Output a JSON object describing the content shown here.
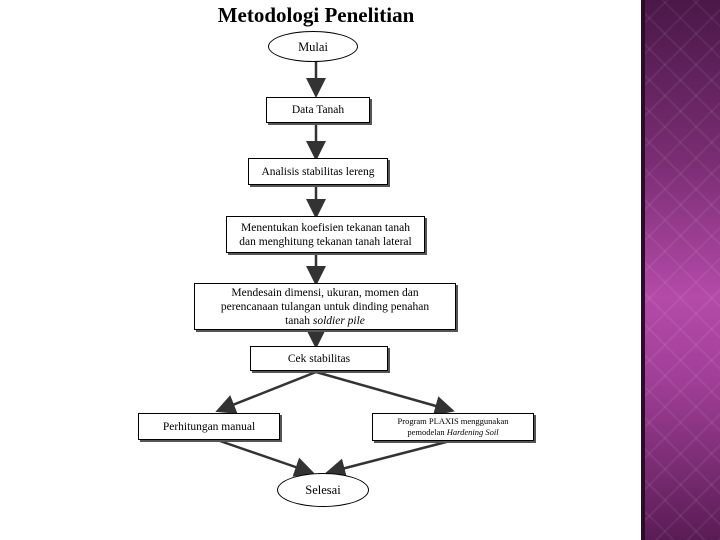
{
  "title": "Metodologi Penelitian",
  "nodes": {
    "mulai": "Mulai",
    "data_tanah": "Data Tanah",
    "analisis": "Analisis stabilitas lereng",
    "menentukan_line1": "Menentukan koefisien tekanan tanah",
    "menentukan_line2": "dan menghitung tekanan tanah lateral",
    "mendesain_line1": "Mendesain dimensi, ukuran, momen dan",
    "mendesain_line2": "perencanaan tulangan untuk dinding penahan",
    "mendesain_line3_prefix": "tanah",
    "mendesain_line3_italic": "soldier pile",
    "cek": "Cek stabilitas",
    "manual": "Perhitungan manual",
    "plaxis_line1": "Program PLAXIS menggunakan",
    "plaxis_line2_prefix": "pemodelan",
    "plaxis_line2_italic": "Hardening Soil",
    "selesai": "Selesai"
  },
  "colors": {
    "side_panel": "#a13f98",
    "arrow": "#333333"
  }
}
